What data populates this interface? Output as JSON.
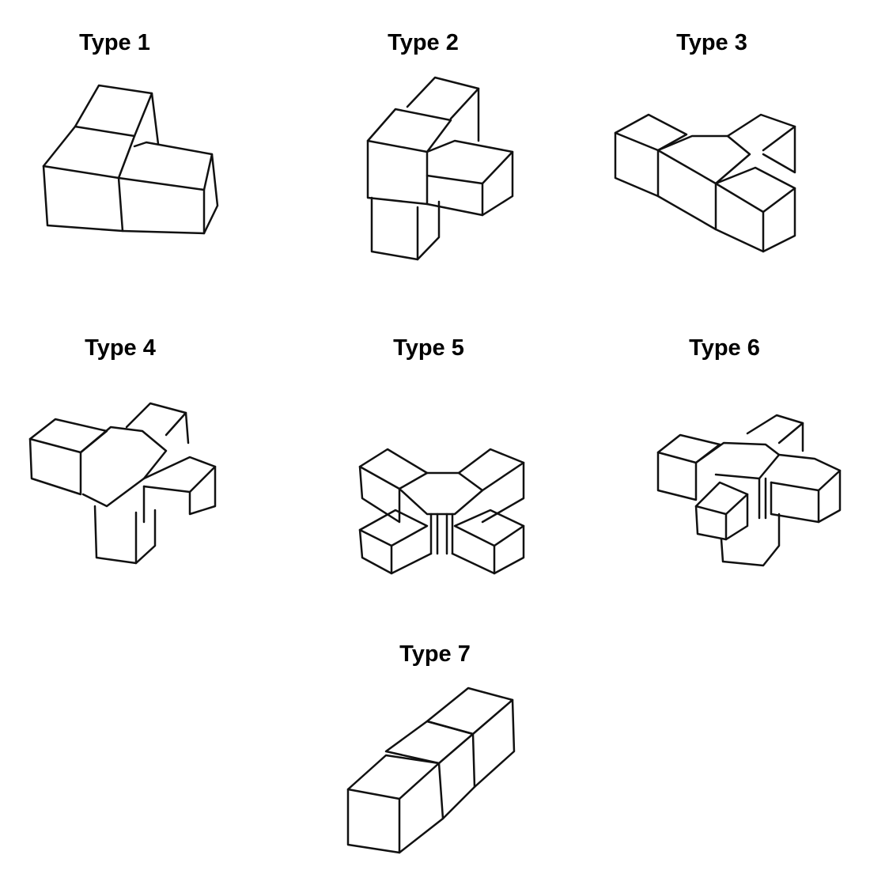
{
  "types": [
    {
      "label": "Type 1"
    },
    {
      "label": "Type 2"
    },
    {
      "label": "Type 3"
    },
    {
      "label": "Type 4"
    },
    {
      "label": "Type 5"
    },
    {
      "label": "Type 6"
    },
    {
      "label": "Type 7"
    }
  ]
}
